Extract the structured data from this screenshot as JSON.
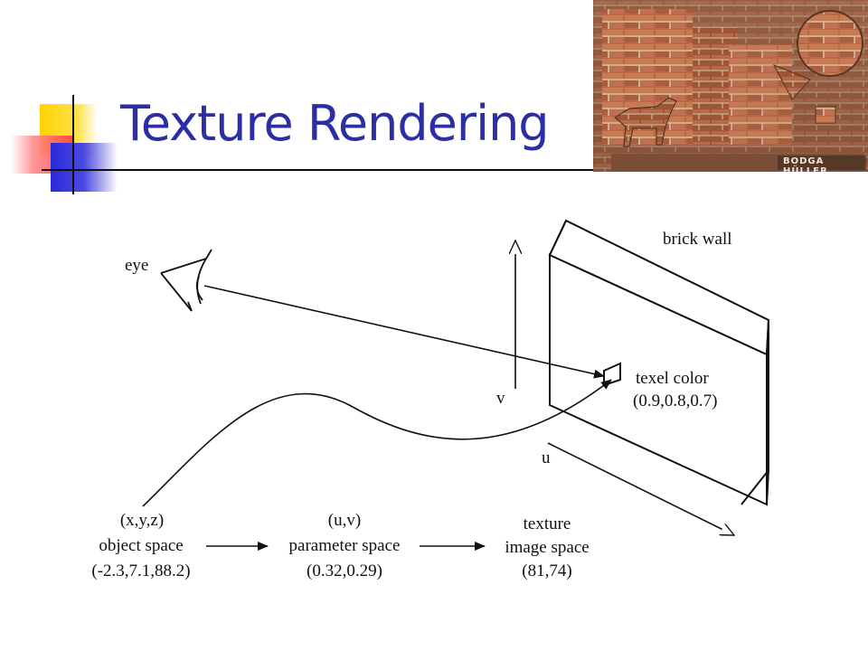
{
  "slide": {
    "title": "Texture Rendering"
  },
  "photo": {
    "signature": "BODGA HÜLLER"
  },
  "diagram": {
    "eye_label": "eye",
    "brick_wall_label": "brick wall",
    "texel_color_label": "texel color",
    "texel_color_value": "(0.9,0.8,0.7)",
    "v_axis_label": "v",
    "u_axis_label": "u",
    "object_space": {
      "coords": "(x,y,z)",
      "name": "object space",
      "value": "(-2.3,7.1,88.2)"
    },
    "parameter_space": {
      "coords": "(u,v)",
      "name": "parameter space",
      "value": "(0.32,0.29)"
    },
    "image_space": {
      "line1": "texture",
      "name": "image space",
      "value": "(81,74)"
    }
  },
  "colors": {
    "title": "#2b2fa3",
    "accent_yellow": "#ffd200",
    "accent_red": "#ff3b3b",
    "accent_blue": "#2a2ad8"
  }
}
